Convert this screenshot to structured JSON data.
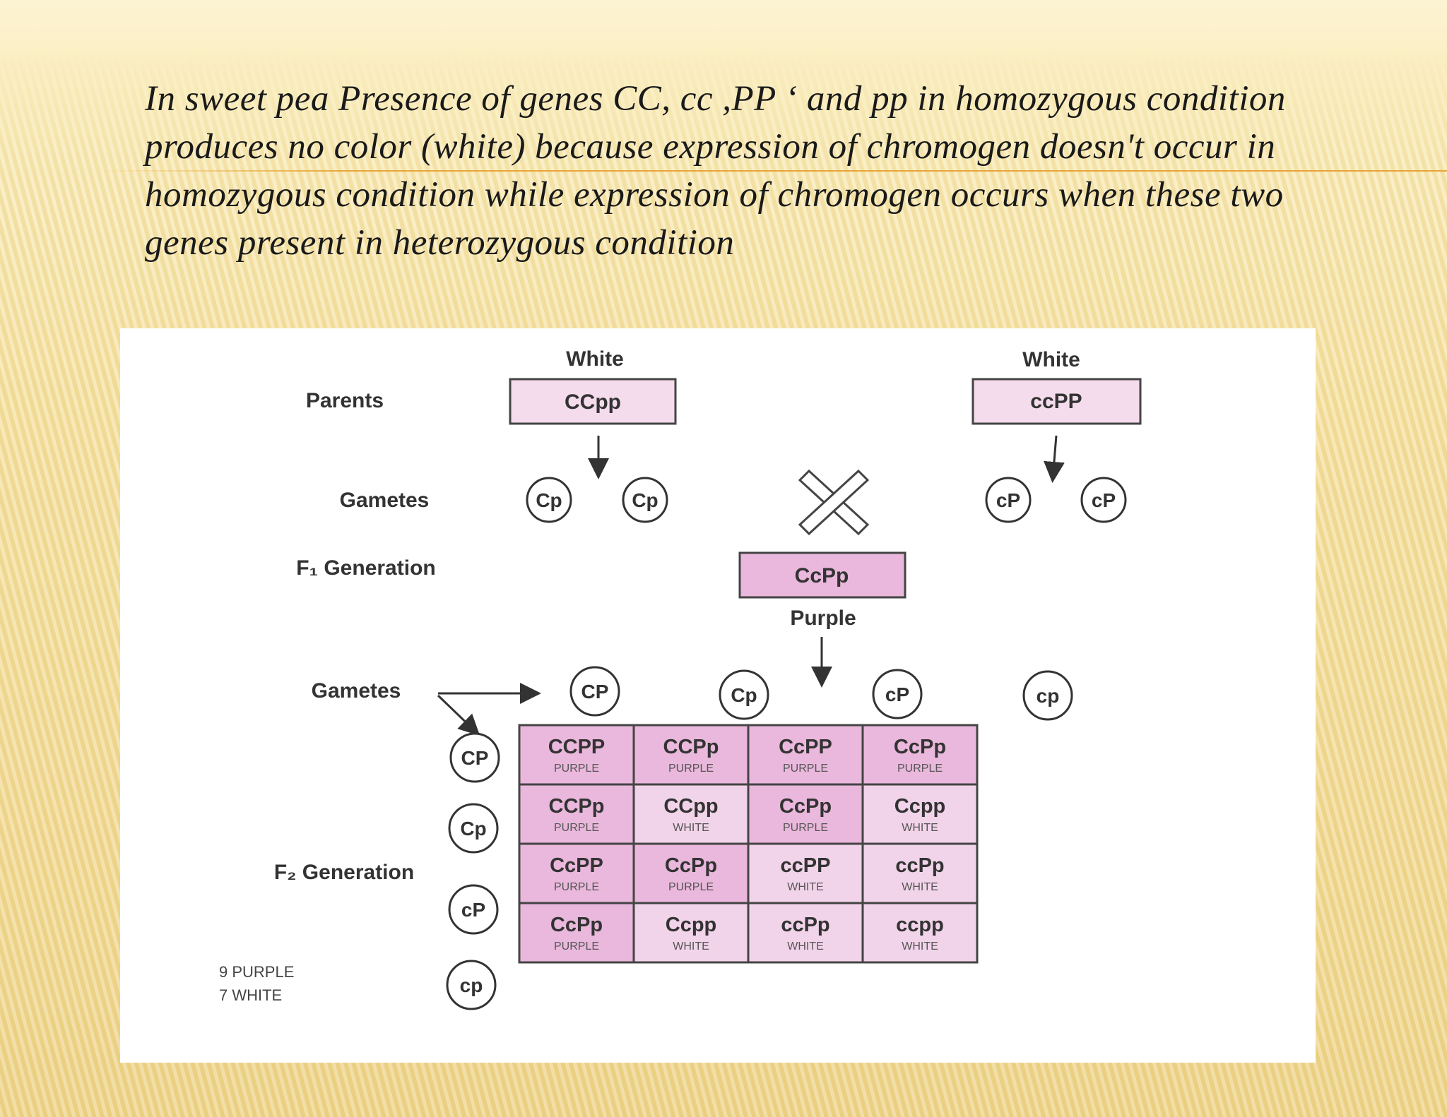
{
  "slide": {
    "body_text": "In sweet pea  Presence of genes  CC, cc ,PP ‘ and pp  in homozygous condition produces no color (white) because expression of chromogen doesn't occur in homozygous  condition while expression of chromogen occurs when these two genes  present in heterozygous condition"
  },
  "diagram": {
    "parents_label": "Parents",
    "gametes_label": "Gametes",
    "f1_label": "F₁ Generation",
    "f2_label": "F₂ Generation",
    "parent_left": {
      "phenotype": "White",
      "genotype": "CCpp",
      "gametes": [
        "Cp",
        "Cp"
      ]
    },
    "parent_right": {
      "phenotype": "White",
      "genotype": "ccPP",
      "gametes": [
        "cP",
        "cP"
      ]
    },
    "f1": {
      "genotype": "CcPp",
      "phenotype": "Purple"
    },
    "f1_gametes": [
      "CP",
      "Cp",
      "cP",
      "cp"
    ],
    "row_gametes": [
      "CP",
      "Cp",
      "cP",
      "cp"
    ],
    "grid": [
      [
        {
          "g": "CCPP",
          "p": "PURPLE"
        },
        {
          "g": "CCPp",
          "p": "PURPLE"
        },
        {
          "g": "CcPP",
          "p": "PURPLE"
        },
        {
          "g": "CcPp",
          "p": "PURPLE"
        }
      ],
      [
        {
          "g": "CCPp",
          "p": "PURPLE"
        },
        {
          "g": "CCpp",
          "p": "WHITE"
        },
        {
          "g": "CcPp",
          "p": "PURPLE"
        },
        {
          "g": "Ccpp",
          "p": "WHITE"
        }
      ],
      [
        {
          "g": "CcPP",
          "p": "PURPLE"
        },
        {
          "g": "CcPp",
          "p": "PURPLE"
        },
        {
          "g": "ccPP",
          "p": "WHITE"
        },
        {
          "g": "ccPp",
          "p": "WHITE"
        }
      ],
      [
        {
          "g": "CcPp",
          "p": "PURPLE"
        },
        {
          "g": "Ccpp",
          "p": "WHITE"
        },
        {
          "g": "ccPp",
          "p": "WHITE"
        },
        {
          "g": "ccpp",
          "p": "WHITE"
        }
      ]
    ],
    "ratio": [
      "9 PURPLE",
      "7 WHITE"
    ]
  },
  "colors": {
    "purple_cell": "#eab8dc",
    "white_cell": "#f2d4ea",
    "ink": "#333333",
    "rule": "#e8a83a"
  }
}
